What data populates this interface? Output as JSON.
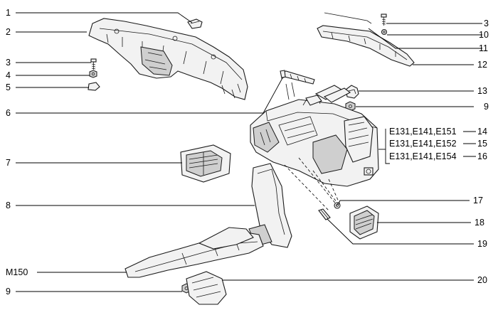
{
  "callouts": {
    "c1": "1",
    "c2": "2",
    "c3a": "3",
    "c4": "4",
    "c5": "5",
    "c6": "6",
    "c7": "7",
    "c8": "8",
    "m150": "M150",
    "c9a": "9",
    "c3b": "3",
    "c10": "10",
    "c11": "11",
    "c12": "12",
    "c13": "13",
    "c9b": "9",
    "c14": "14",
    "c15": "15",
    "c16": "16",
    "c17": "17",
    "c18": "18",
    "c19": "19",
    "c20": "20"
  },
  "variants": {
    "v14": "E131,E141,E151",
    "v15": "E131,E141,E152",
    "v16": "E131,E141,E154"
  }
}
